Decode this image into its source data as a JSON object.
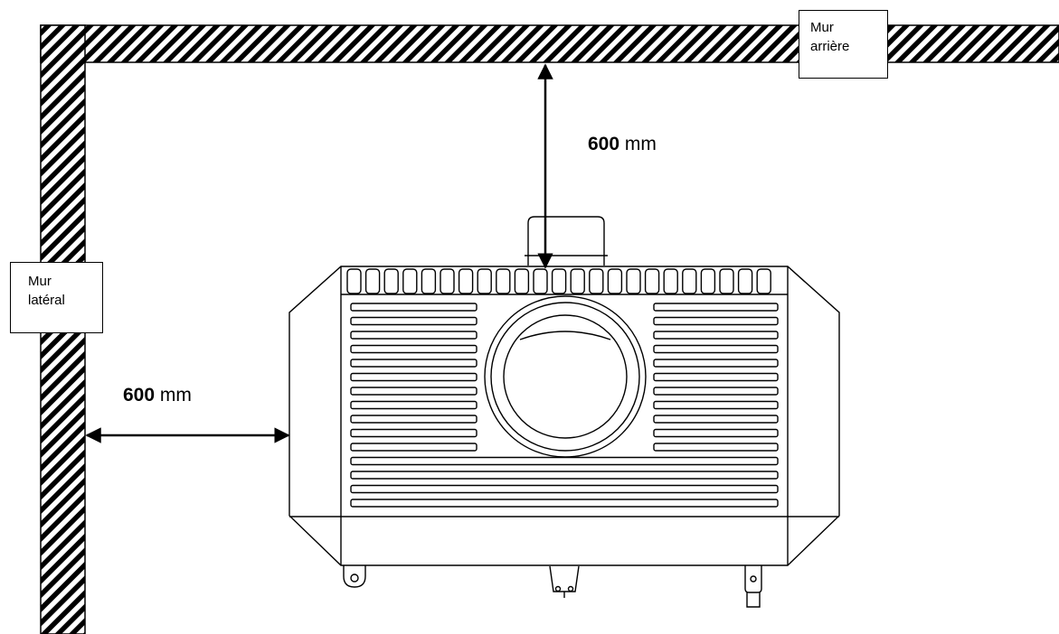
{
  "rear_wall": {
    "line1": "Mur",
    "line2": "arrière"
  },
  "side_wall": {
    "line1": "Mur",
    "line2": "latéral"
  },
  "rear_clearance": {
    "value": "600",
    "unit": "mm"
  },
  "side_clearance": {
    "value": "600",
    "unit": "mm"
  },
  "colors": {
    "line": "#000000",
    "background": "#ffffff"
  }
}
